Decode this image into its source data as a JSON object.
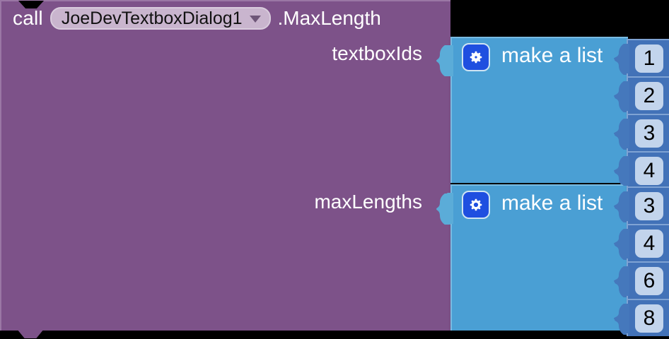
{
  "call_block": {
    "keyword": "call",
    "component": "JoeDevTextboxDialog1",
    "dropdown_icon": "chevron-down-icon",
    "method": ".MaxLength",
    "color": "#7D5289",
    "params": [
      {
        "label": "textboxIds"
      },
      {
        "label": "maxLengths"
      }
    ]
  },
  "list_blocks": [
    {
      "mutator_icon": "gear-icon",
      "title": "make a list",
      "color": "#4A9FD4",
      "items": [
        "1",
        "2",
        "3",
        "4"
      ]
    },
    {
      "mutator_icon": "gear-icon",
      "title": "make a list",
      "color": "#4A9FD4",
      "items": [
        "3",
        "4",
        "6",
        "8"
      ]
    }
  ],
  "number_block_color": "#4272B8",
  "number_field_color": "#C2D4EC"
}
